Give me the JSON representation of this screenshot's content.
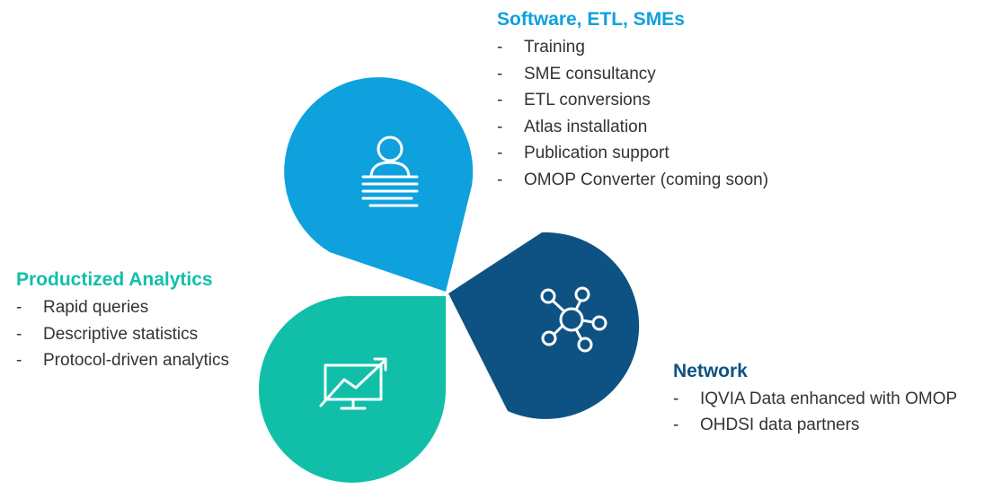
{
  "colors": {
    "software": "#0ea1dd",
    "productized": "#11bfa9",
    "network": "#0e5283",
    "icon_stroke": "#ffffff",
    "text": "#333333"
  },
  "sections": {
    "software": {
      "title": "Software, ETL, SMEs",
      "icon": "person-document-icon",
      "items": [
        "Training",
        "SME consultancy",
        "ETL conversions",
        "Atlas installation",
        "Publication support",
        "OMOP Converter (coming soon)"
      ]
    },
    "productized": {
      "title": "Productized Analytics",
      "icon": "chart-monitor-icon",
      "items": [
        "Rapid queries",
        "Descriptive statistics",
        "Protocol-driven analytics"
      ]
    },
    "network": {
      "title": "Network",
      "icon": "network-nodes-icon",
      "items": [
        "IQVIA Data enhanced with OMOP",
        "OHDSI data partners"
      ]
    }
  }
}
